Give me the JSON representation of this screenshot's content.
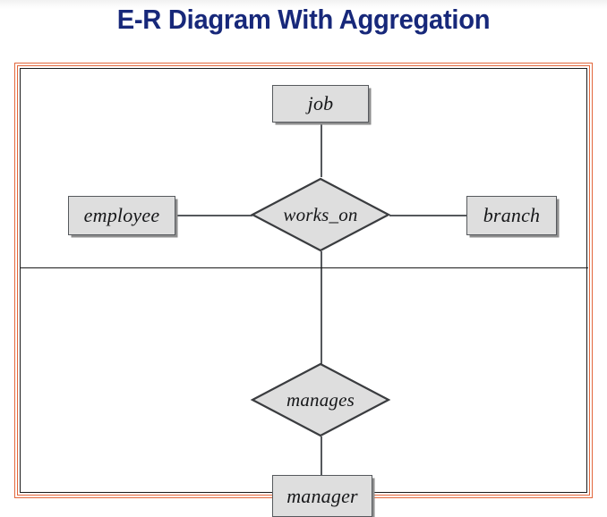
{
  "page": {
    "title": "E-R Diagram With Aggregation",
    "title_color": "#17287a",
    "background": "#ffffff"
  },
  "frame": {
    "outer_border_color": "#e2673c",
    "inner_border_color": "#1b1b1b",
    "divider_label": "aggregation-boundary"
  },
  "diagram": {
    "kind": "entity-relationship-diagram",
    "shape_fill": "#dedede",
    "shape_stroke": "#56595d",
    "line_color": "#55585c",
    "entities": [
      {
        "id": "job",
        "label": "job",
        "shape": "rectangle"
      },
      {
        "id": "employee",
        "label": "employee",
        "shape": "rectangle"
      },
      {
        "id": "branch",
        "label": "branch",
        "shape": "rectangle"
      },
      {
        "id": "manager",
        "label": "manager",
        "shape": "rectangle"
      }
    ],
    "relationships": [
      {
        "id": "works_on",
        "label": "works_on",
        "shape": "diamond"
      },
      {
        "id": "manages",
        "label": "manages",
        "shape": "diamond"
      }
    ],
    "edges": [
      {
        "from": "job",
        "to": "works_on"
      },
      {
        "from": "employee",
        "to": "works_on"
      },
      {
        "from": "branch",
        "to": "works_on"
      },
      {
        "from": "works_on",
        "to": "manages"
      },
      {
        "from": "manages",
        "to": "manager"
      }
    ]
  }
}
